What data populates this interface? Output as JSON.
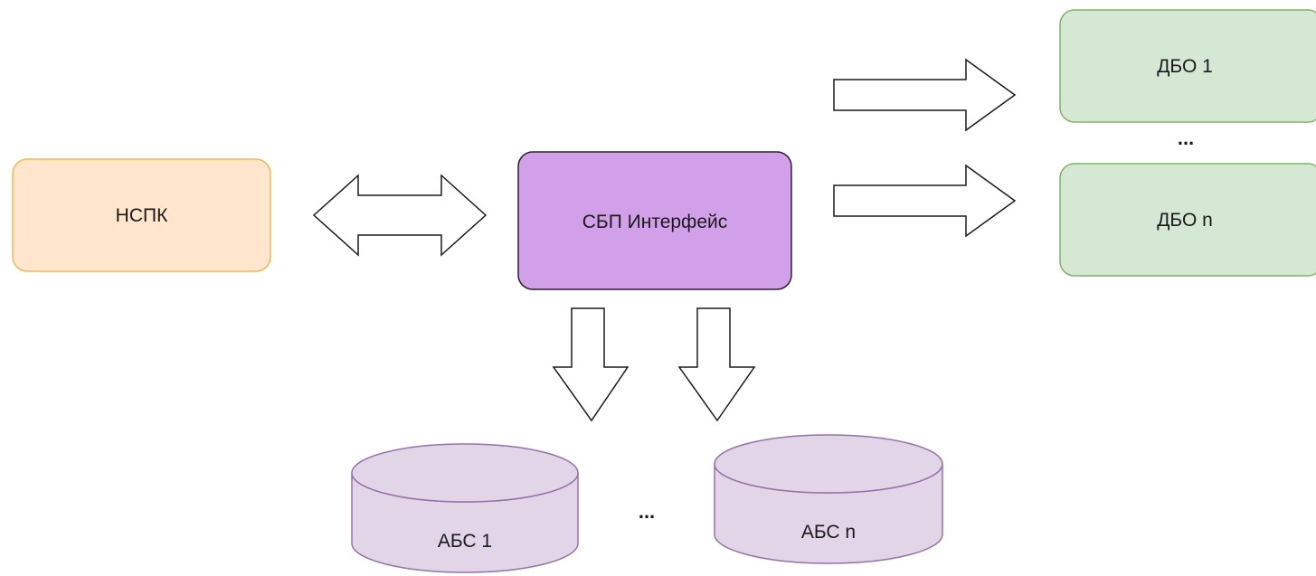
{
  "nodes": {
    "nspk": {
      "label": "НСПК",
      "fill": "#ffe6cc",
      "stroke": "#f0b956"
    },
    "sbp_interface": {
      "label": "СБП Интерфейс",
      "fill": "#d1a0e8",
      "stroke": "#2a1f33"
    },
    "dbo_1": {
      "label": "ДБО 1",
      "fill": "#d5e8d4",
      "stroke": "#82b366"
    },
    "dbo_n": {
      "label": "ДБО n",
      "fill": "#d5e8d4",
      "stroke": "#82b366"
    },
    "abs_1": {
      "label": "АБС 1",
      "fill": "#e1d5e7",
      "stroke": "#9673a6"
    },
    "abs_n": {
      "label": "АБС n",
      "fill": "#e1d5e7",
      "stroke": "#9673a6"
    }
  },
  "ellipses": {
    "dbo": "...",
    "abs": "..."
  },
  "edges": [
    {
      "from": "nspk",
      "to": "sbp_interface",
      "style": "double-arrow"
    },
    {
      "from": "sbp_interface",
      "to": "dbo_1",
      "style": "block-arrow"
    },
    {
      "from": "sbp_interface",
      "to": "dbo_n",
      "style": "block-arrow"
    },
    {
      "from": "sbp_interface",
      "to": "abs_1",
      "style": "block-arrow"
    },
    {
      "from": "sbp_interface",
      "to": "abs_n",
      "style": "block-arrow"
    }
  ]
}
